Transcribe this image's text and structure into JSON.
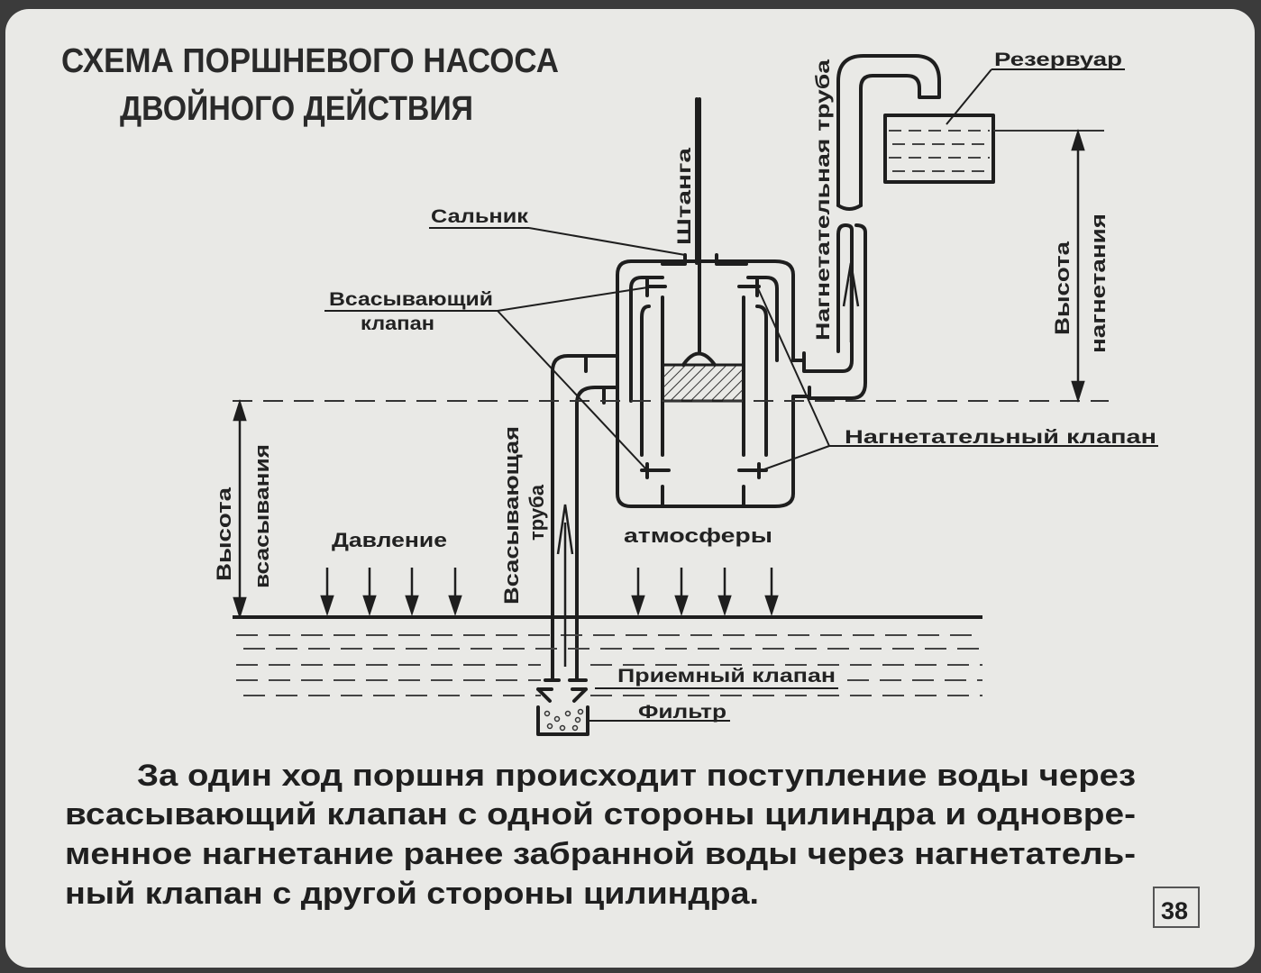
{
  "title": {
    "line1": "СХЕМА ПОРШНЕВОГО НАСОСА",
    "line2": "ДВОЙНОГО ДЕЙСТВИЯ"
  },
  "labels": {
    "reservoir": "Резервуар",
    "discharge_pipe": "Нагнетательная труба",
    "rod": "Штанга",
    "gland": "Сальник",
    "suction_valve_1": "Всасывающий",
    "suction_valve_2": "клапан",
    "discharge_height_1": "Высота",
    "discharge_height_2": "нагнетания",
    "discharge_valve": "Нагнетательный клапан",
    "suction_height_1": "Высота",
    "suction_height_2": "всасывания",
    "pressure_word_1": "Давление",
    "pressure_word_2": "атмосферы",
    "suction_pipe_1": "Всасывающая",
    "suction_pipe_2": "труба",
    "foot_valve": "Приемный клапан",
    "filter": "Фильтр"
  },
  "caption": {
    "line1": "За один ход поршня происходит поступление воды через",
    "line2": "всасывающий клапан с одной стороны цилиндра и одновре-",
    "line3": "менное нагнетание ранее забранной воды через нагнетатель-",
    "line4": "ный клапан с другой стороны цилиндра."
  },
  "page_number": "38",
  "colors": {
    "background": "#e9e9e6",
    "ink": "#1e1e1e",
    "frame": "#3a3a3a"
  }
}
